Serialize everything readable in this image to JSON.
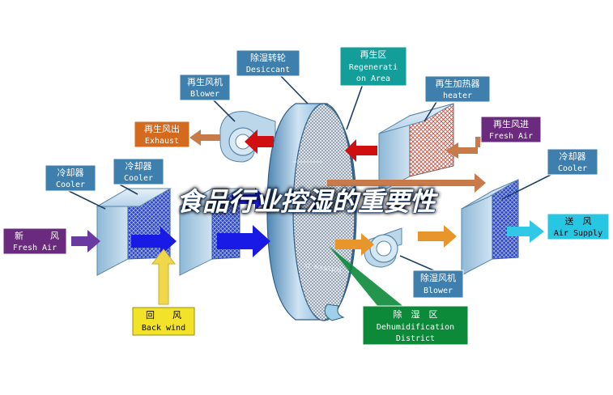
{
  "title": "食品行业控湿的重要性",
  "labels": {
    "desiccant": {
      "zh": "除湿转轮",
      "en": "Desiccant"
    },
    "regen_area": {
      "zh": "再生区",
      "en1": "Regenerati",
      "en2": "on Area"
    },
    "regen_blower": {
      "zh": "再生风机",
      "en": "Blower"
    },
    "regen_heater": {
      "zh": "再生加热器",
      "en": "heater"
    },
    "exhaust": {
      "zh": "再生风出",
      "en": "Exhaust"
    },
    "regen_fresh_air": {
      "zh": "再生风进",
      "en": "Fresh Air"
    },
    "cooler_left": {
      "zh": "冷却器",
      "en": "Cooler"
    },
    "cooler_mid": {
      "zh": "冷却器",
      "en": "Cooler"
    },
    "cooler_right": {
      "zh": "冷却器",
      "en": "Cooler"
    },
    "fresh_air": {
      "zh1": "新",
      "zh2": "风",
      "en": "Fresh Air"
    },
    "air_supply": {
      "zh": "送　风",
      "en": "Air Supply"
    },
    "back_wind": {
      "zh": "回　　风",
      "en": "Back wind"
    },
    "dehum_blower": {
      "zh": "除湿风机",
      "en": "Blower"
    },
    "dehum_district": {
      "zh": "除　湿　区",
      "en1": "Dehumidification",
      "en2": "District"
    },
    "wheel_mark": "XT SOLUTION"
  },
  "colors": {
    "label_blue": "#3e7fae",
    "label_orange": "#d46a1e",
    "label_purple": "#6a2a7e",
    "label_teal": "#139e9a",
    "label_cyan": "#27c7e4",
    "label_yellow": "#f2e32a",
    "label_green": "#0c8a3a",
    "arrow_blue": "#1a1ae6",
    "arrow_red": "#d01010",
    "arrow_orange": "#e8962c",
    "arrow_tan": "#c97a4a",
    "arrow_purple": "#6b3aa0",
    "arrow_cyan": "#30c8e6",
    "arrow_yellow": "#f0d84a",
    "mesh_blue": "#2d47c8",
    "mesh_red": "#c84a3a"
  }
}
